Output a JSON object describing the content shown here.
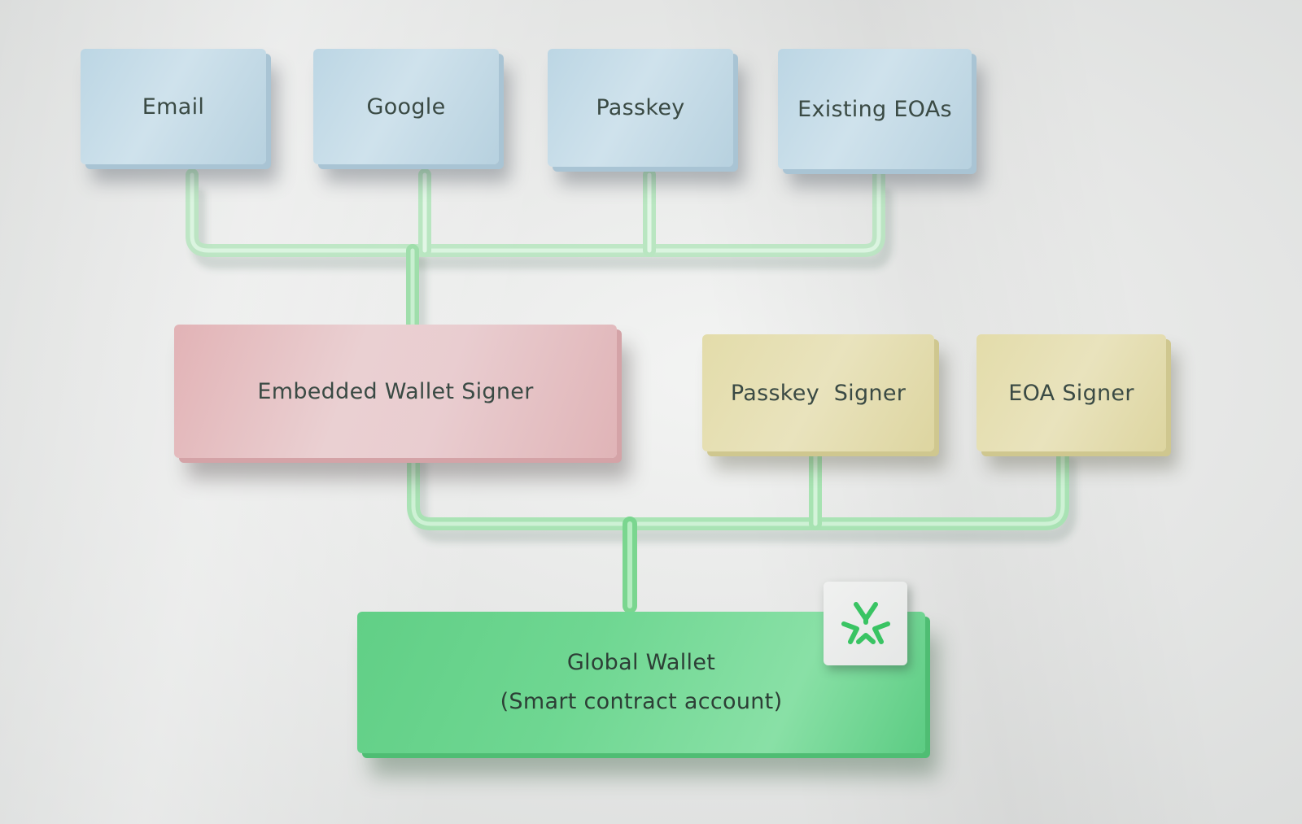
{
  "auth_methods": [
    "Email",
    "Google",
    "Passkey",
    "Existing EOAs"
  ],
  "signers": {
    "embedded": "Embedded Wallet Signer",
    "passkey": "Passkey  Signer",
    "eoa": "EOA Signer"
  },
  "global_wallet": {
    "title": "Global Wallet",
    "subtitle": "(Smart contract account)"
  },
  "icons": {
    "logo": "three-arm-logo-icon"
  },
  "colors": {
    "auth_card": "#c3dbe7",
    "embedded_signer": "#e6c3c5",
    "signer_cards": "#e5deb1",
    "global_wallet": "#6cd58f",
    "pipes": "#a9e3b4",
    "logo": "#36c45e"
  }
}
